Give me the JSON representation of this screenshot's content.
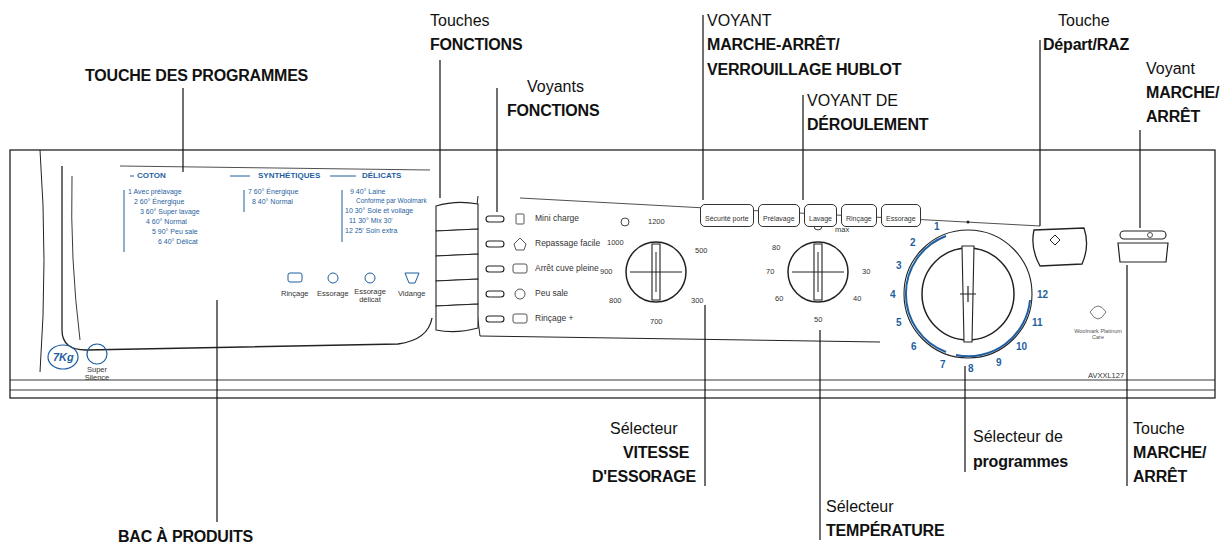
{
  "diagram": {
    "nodes": [
      {
        "text": [
          "Sécurité porte"
        ]
      },
      {
        "text": [
          "Prélavage"
        ]
      },
      {
        "text": [
          "Lavage"
        ]
      },
      {
        "text": [
          "Rinçage"
        ]
      },
      {
        "text": [
          "Essorage"
        ]
      }
    ],
    "labels": [
      "TOUCHE DES PROGRAMMES",
      "Touches",
      "FONCTIONS",
      "Voyants",
      "FONCTIONS",
      "VOYANT",
      "MARCHE-ARRÊT/",
      "VERROUILLAGE HUBLOT",
      "VOYANT DE",
      "DÉROULEMENT",
      "Touche",
      "Départ/RAZ",
      "Voyant",
      "MARCHE/",
      "ARRÊT",
      "BAC À PRODUITS",
      "Sélecteur",
      "VITESSE",
      "D'ESSORAGE",
      "Sélecteur de",
      "programmes",
      "Sélecteur",
      "TEMPÉRATURE",
      "Touche",
      "MARCHE/",
      "ARRÊT",
      "COTON",
      "SYNTHÉTIQUES",
      "DÉLICATS",
      "1 Avec prélavage",
      "2 60° Énergique",
      "3 60° Super lavage",
      "4 60° Normal",
      "5 90° Peu sale",
      "6 40° Délicat",
      "7 60° Énergique",
      "8 40° Normal",
      "9 40° Laine",
      "Conformé par Woolmark",
      "10 30° Soie et voilage",
      "11 30° Mix 30'",
      "12 25' Soin extra",
      "Rinçage",
      "Essorage",
      "Essorage délicat",
      "Vidange",
      "Mini charge",
      "Repassage facile",
      "Arrêt cuve pleine",
      "Peu sale",
      "Rinçage +",
      "1200",
      "1000",
      "900",
      "800",
      "700",
      "300",
      "500",
      "max",
      "80",
      "70",
      "60",
      "50",
      "40",
      "30",
      "1",
      "2",
      "3",
      "4",
      "5",
      "6",
      "7",
      "8",
      "9",
      "10",
      "11",
      "12",
      "7Kg",
      "Super Silence",
      "AVXXL127",
      "Woolmark Platinum Care"
    ]
  }
}
